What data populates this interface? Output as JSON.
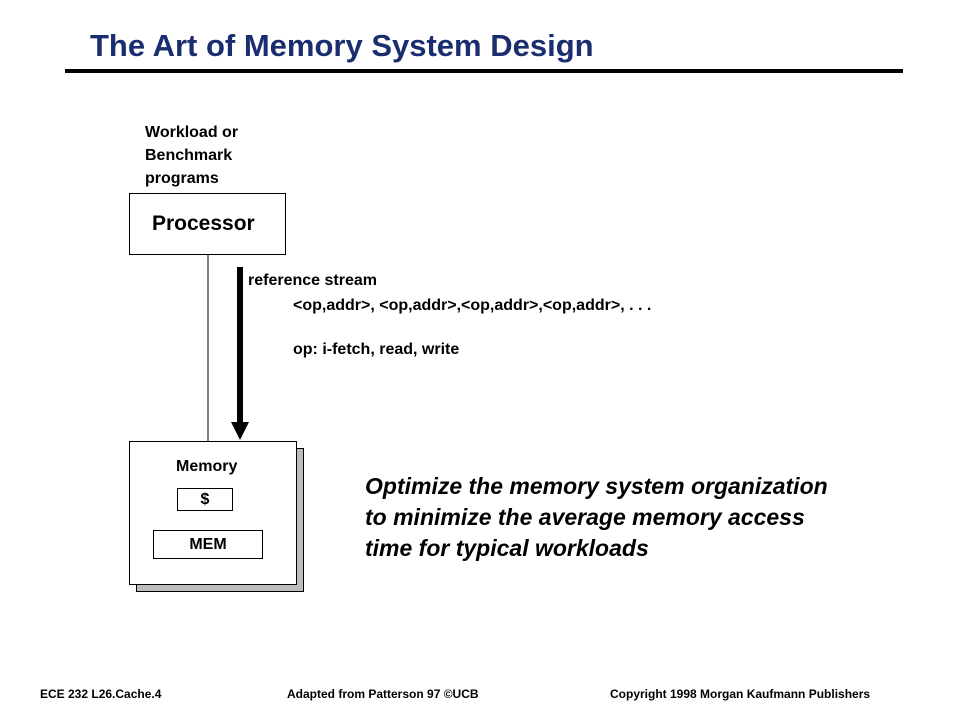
{
  "slide": {
    "title": "The Art of Memory System Design"
  },
  "diagram": {
    "workload_lines": [
      "Workload or",
      "Benchmark",
      "programs"
    ],
    "processor_label": "Processor",
    "reference_stream_label": "reference stream",
    "reference_stream_sequence": "<op,addr>, <op,addr>,<op,addr>,<op,addr>, . . .",
    "op_line": "op: i-fetch, read, write",
    "memory_label": "Memory",
    "cache_label": "$",
    "mem_label": "MEM"
  },
  "statement": {
    "lines": [
      "Optimize the memory system organization",
      "to minimize the average memory access",
      "time for typical workloads"
    ]
  },
  "footer": {
    "left": "ECE 232  L26.Cache.4",
    "center": "Adapted  from  Patterson  97 ©UCB",
    "right": "Copyright  1998 Morgan Kaufmann  Publishers"
  }
}
